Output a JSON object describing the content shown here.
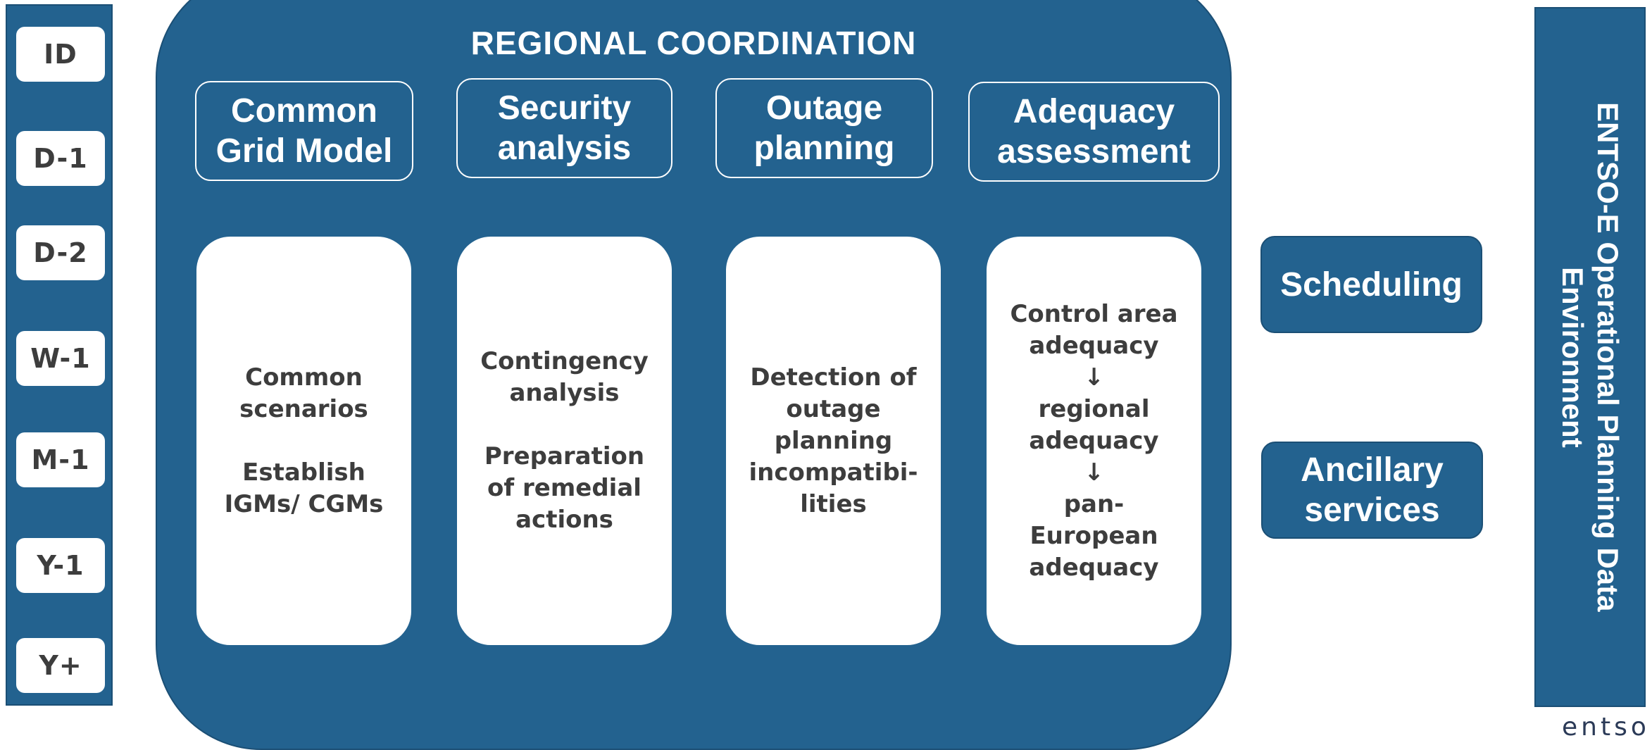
{
  "timeframes": [
    "ID",
    "D-1",
    "D-2",
    "W-1",
    "M-1",
    "Y-1",
    "Y+"
  ],
  "regional": {
    "title": "REGIONAL COORDINATION",
    "services": [
      {
        "header": "Common\nGrid Model",
        "content": "Common\nscenarios\n\nEstablish\nIGMs/ CGMs"
      },
      {
        "header": "Security\nanalysis",
        "content": "Contingency\nanalysis\n\nPreparation\nof remedial\nactions"
      },
      {
        "header": "Outage\nplanning",
        "content": "Detection of\noutage\nplanning\nincompatibi-\nlities"
      },
      {
        "header": "Adequacy\nassessment",
        "content": "Control area\nadequacy\n↓\nregional\nadequacy\n↓\npan-\nEuropean\nadequacy"
      }
    ]
  },
  "side_boxes": {
    "scheduling": "Scheduling",
    "ancillary": "Ancillary\nservices"
  },
  "opde_label": "ENTSO-E Operational Planning Data\nEnvironment",
  "logo_text": "entso",
  "colors": {
    "panel_blue": "#23628f",
    "text_dark": "#3d3d3d",
    "white": "#ffffff"
  }
}
